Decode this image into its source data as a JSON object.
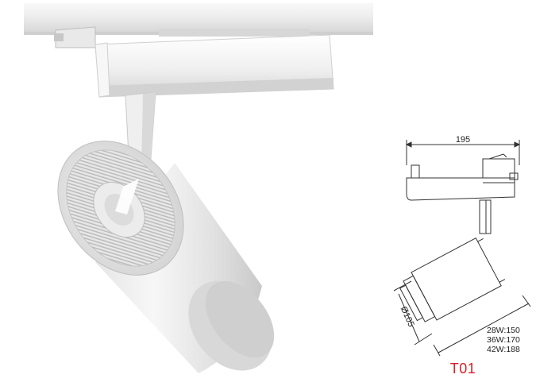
{
  "product": {
    "model": "T01"
  },
  "drawing": {
    "width_label": "195",
    "diameter_label": "Ø105",
    "length_options": [
      "28W:150",
      "36W:170",
      "42W:188"
    ]
  },
  "colors": {
    "model_label": "#d92027",
    "housing": "#f1f1f1",
    "line": "#333333"
  }
}
